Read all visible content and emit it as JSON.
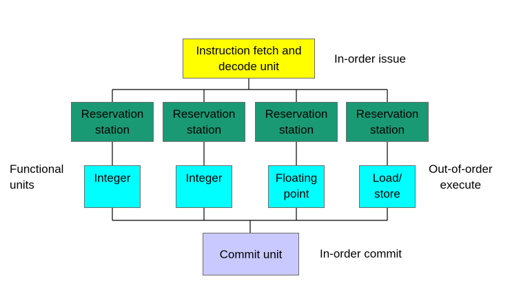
{
  "fetch_unit": "Instruction fetch and\ndecode unit",
  "labels": {
    "in_order_issue": "In-order issue",
    "functional_units": "Functional\nunits",
    "out_of_order_execute": "Out-of-order\nexecute",
    "in_order_commit": "In-order commit"
  },
  "reservation_stations": [
    "Reservation\nstation",
    "Reservation\nstation",
    "Reservation\nstation",
    "Reservation\nstation"
  ],
  "functional_units": [
    "Integer",
    "Integer",
    "Floating\npoint",
    "Load/\nstore"
  ],
  "commit_unit": "Commit unit",
  "colors": {
    "fetch": "#ffff00",
    "reservation_station": "#1a9a74",
    "functional_unit": "#00ffff",
    "commit": "#c9c9ff",
    "line": "#000000"
  }
}
